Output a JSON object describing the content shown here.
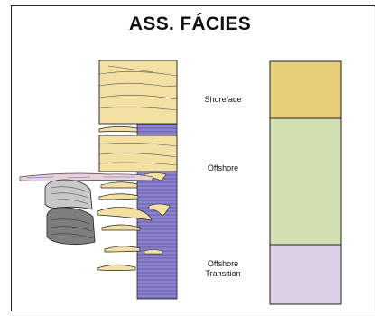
{
  "title": "ASS. FÁCIES",
  "facies": [
    {
      "label": "Shoreface",
      "color": "#e6cd7a"
    },
    {
      "label": "Offshore",
      "color": "#d2dfb0"
    },
    {
      "label": "Offshore\nTransition",
      "color": "#ddd0e6"
    }
  ],
  "colors": {
    "sand": "#f3e1a4",
    "mud": "#8b83cc",
    "carbonate_grey": "#c8c8c8",
    "dark_grey": "#7e7e7e",
    "line": "#222222"
  }
}
